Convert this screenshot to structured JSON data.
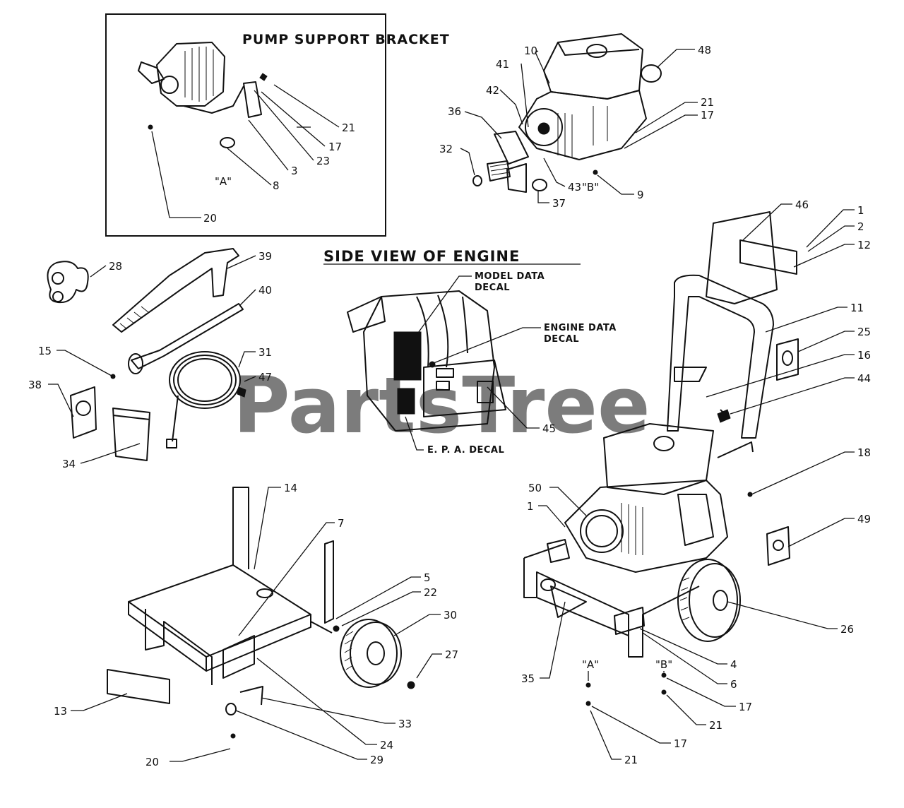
{
  "watermark": "PartsTree",
  "inset": {
    "title": "PUMP SUPPORT BRACKET"
  },
  "side_view": {
    "title": "SIDE VIEW OF ENGINE",
    "decals": [
      "MODEL DATA",
      "DECAL",
      "ENGINE DATA",
      "DECAL",
      "E. P. A.  DECAL"
    ]
  },
  "inset_callouts": [
    "21",
    "17",
    "23",
    "3",
    "8",
    "\"A\"",
    "20"
  ],
  "engine_callouts": [
    "10",
    "48",
    "41",
    "42",
    "21",
    "36",
    "17",
    "32",
    "43",
    "\"B\"",
    "9",
    "37"
  ],
  "accessory_callouts": [
    "28",
    "39",
    "40",
    "15",
    "31",
    "47",
    "38",
    "34"
  ],
  "side_callouts": [
    "45"
  ],
  "frame_callouts": [
    "14",
    "7",
    "5",
    "22",
    "30",
    "27",
    "13",
    "33",
    "24",
    "20",
    "29"
  ],
  "assembly_callouts": [
    "46",
    "1",
    "2",
    "12",
    "11",
    "25",
    "16",
    "44",
    "18",
    "50",
    "1",
    "49",
    "26",
    "35",
    "\"A\"",
    "\"B\"",
    "4",
    "6",
    "17",
    "21",
    "17",
    "21"
  ]
}
